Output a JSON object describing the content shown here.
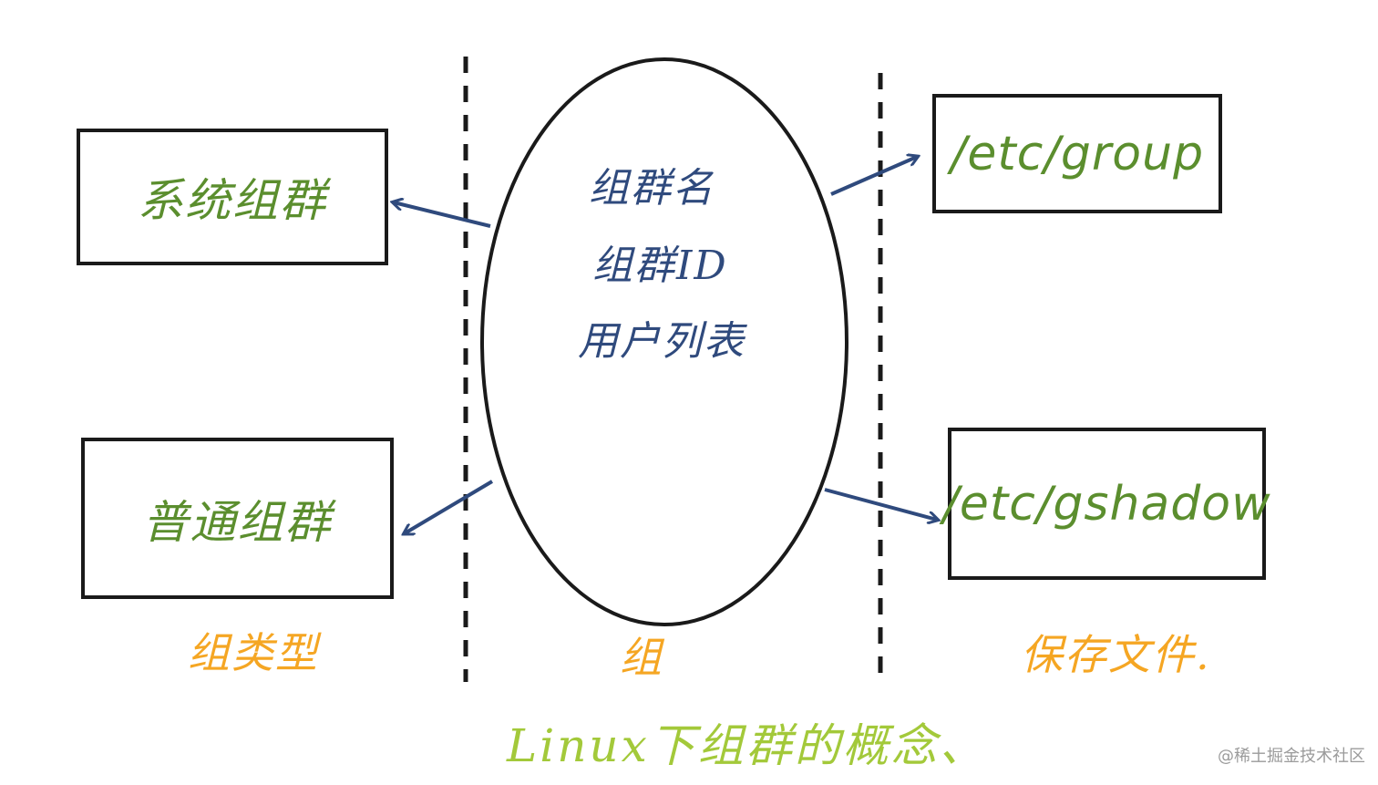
{
  "diagram": {
    "center_items": [
      "组群名",
      "组群ID",
      "用户列表"
    ],
    "left_boxes": [
      "系统组群",
      "普通组群"
    ],
    "right_boxes": [
      "/etc/group",
      "/etc/gshadow"
    ],
    "column_labels": {
      "left": "组类型",
      "center": "组",
      "right": "保存文件."
    },
    "caption": "Linux下组群的概念、",
    "watermark": "@稀土掘金技术社区"
  },
  "colors": {
    "outline": "#1a1a1a",
    "arrow": "#2f4a7d",
    "box_text": "#5b8e2e",
    "label_orange": "#f5a623",
    "caption_green": "#a3c93a",
    "watermark": "#9b9b9b"
  }
}
